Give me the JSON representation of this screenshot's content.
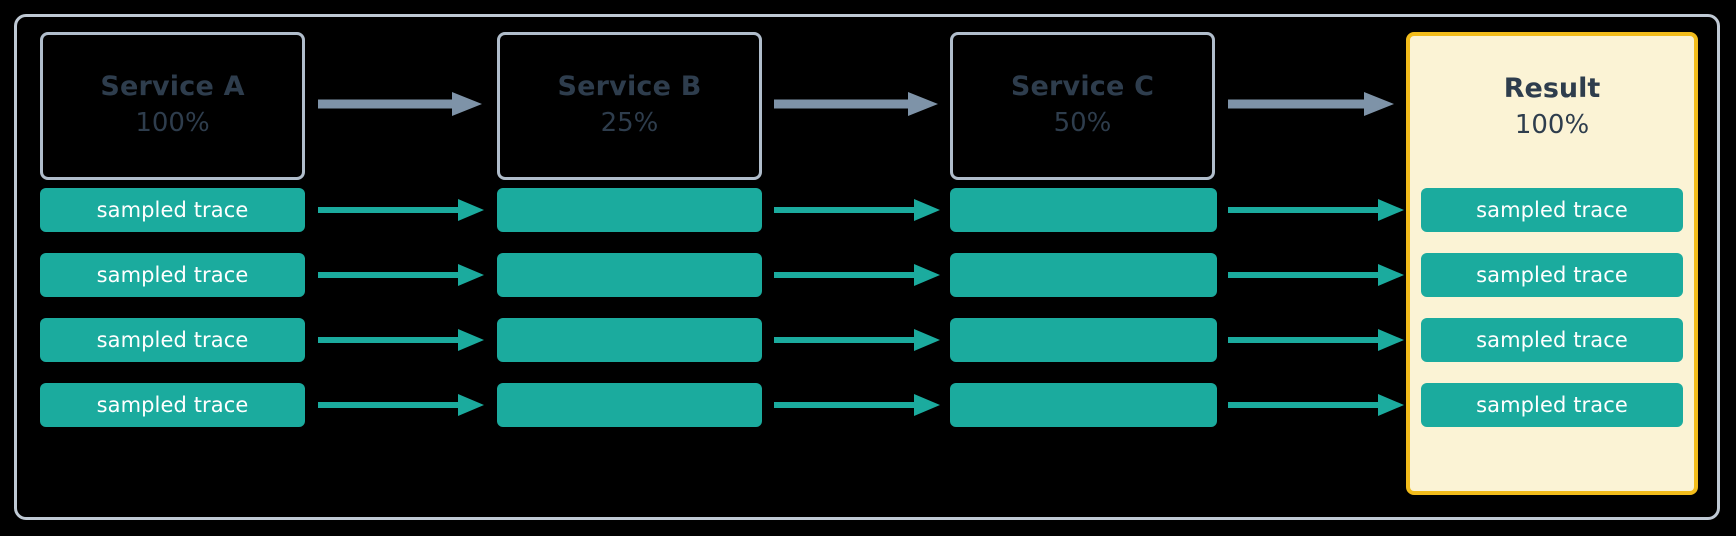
{
  "diagram": {
    "title_semantic": "trace-sampling-pipeline",
    "colors": {
      "background": "#000000",
      "frame_border": "#bfc9d4",
      "service_border": "#b0bdcb",
      "service_text": "#2e3d4d",
      "result_border": "#f2bc1b",
      "result_fill": "#fbf3d5",
      "trace_bar": "#1bab9e",
      "trace_text": "#ffffff",
      "gray_arrow": "#7e93a8",
      "teal_arrow": "#1bab9e"
    },
    "stages": [
      {
        "name": "Service A",
        "percent": "100%",
        "highlighted": false
      },
      {
        "name": "Service B",
        "percent": "25%",
        "highlighted": false
      },
      {
        "name": "Service C",
        "percent": "50%",
        "highlighted": false
      },
      {
        "name": "Result",
        "percent": "100%",
        "highlighted": true
      }
    ],
    "trace_rows": [
      {
        "cells": [
          {
            "label": "sampled trace",
            "show_label": true
          },
          {
            "label": "",
            "show_label": false
          },
          {
            "label": "",
            "show_label": false
          },
          {
            "label": "sampled trace",
            "show_label": true
          }
        ]
      },
      {
        "cells": [
          {
            "label": "sampled trace",
            "show_label": true
          },
          {
            "label": "",
            "show_label": false
          },
          {
            "label": "",
            "show_label": false
          },
          {
            "label": "sampled trace",
            "show_label": true
          }
        ]
      },
      {
        "cells": [
          {
            "label": "sampled trace",
            "show_label": true
          },
          {
            "label": "",
            "show_label": false
          },
          {
            "label": "",
            "show_label": false
          },
          {
            "label": "sampled trace",
            "show_label": true
          }
        ]
      },
      {
        "cells": [
          {
            "label": "sampled trace",
            "show_label": true
          },
          {
            "label": "",
            "show_label": false
          },
          {
            "label": "",
            "show_label": false
          },
          {
            "label": "sampled trace",
            "show_label": true
          }
        ]
      }
    ],
    "arrow_icons": {
      "service_flow": "arrow-right-icon",
      "trace_flow": "arrow-right-icon"
    }
  }
}
